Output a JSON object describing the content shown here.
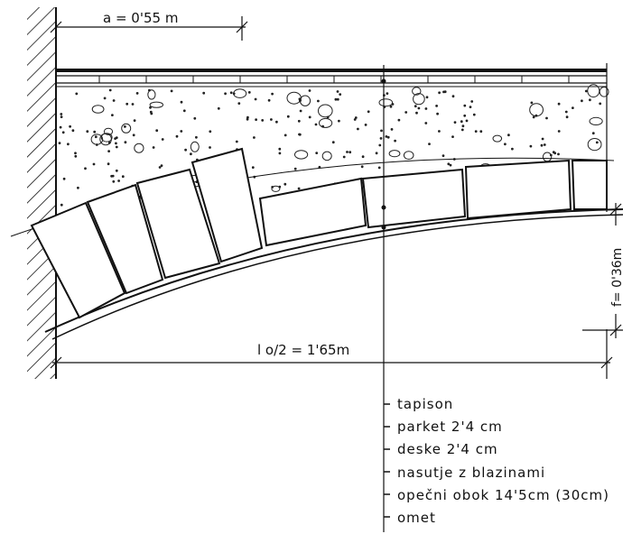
{
  "dimensions": {
    "a": "a = 0'55 m",
    "half_span": "l o/2 = 1'65m",
    "rise": "f= 0'36m"
  },
  "legend": [
    "tapison",
    "parket  2'4 cm",
    "deske  2'4  cm",
    "nasutje  z  blazinami",
    "opečni  obok  14'5cm (30cm)",
    "omet"
  ]
}
